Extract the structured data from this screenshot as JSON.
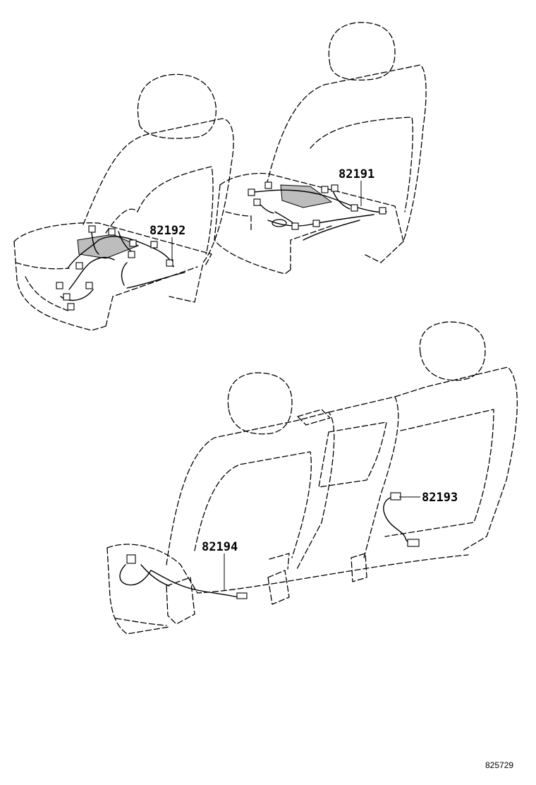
{
  "diagram": {
    "callouts": [
      {
        "id": "front-right-seat-harness",
        "label": "82191"
      },
      {
        "id": "front-left-seat-harness",
        "label": "82192"
      },
      {
        "id": "rear-right-seat-harness",
        "label": "82193"
      },
      {
        "id": "rear-left-seat-harness",
        "label": "82194"
      }
    ],
    "reference_code": "825729"
  }
}
